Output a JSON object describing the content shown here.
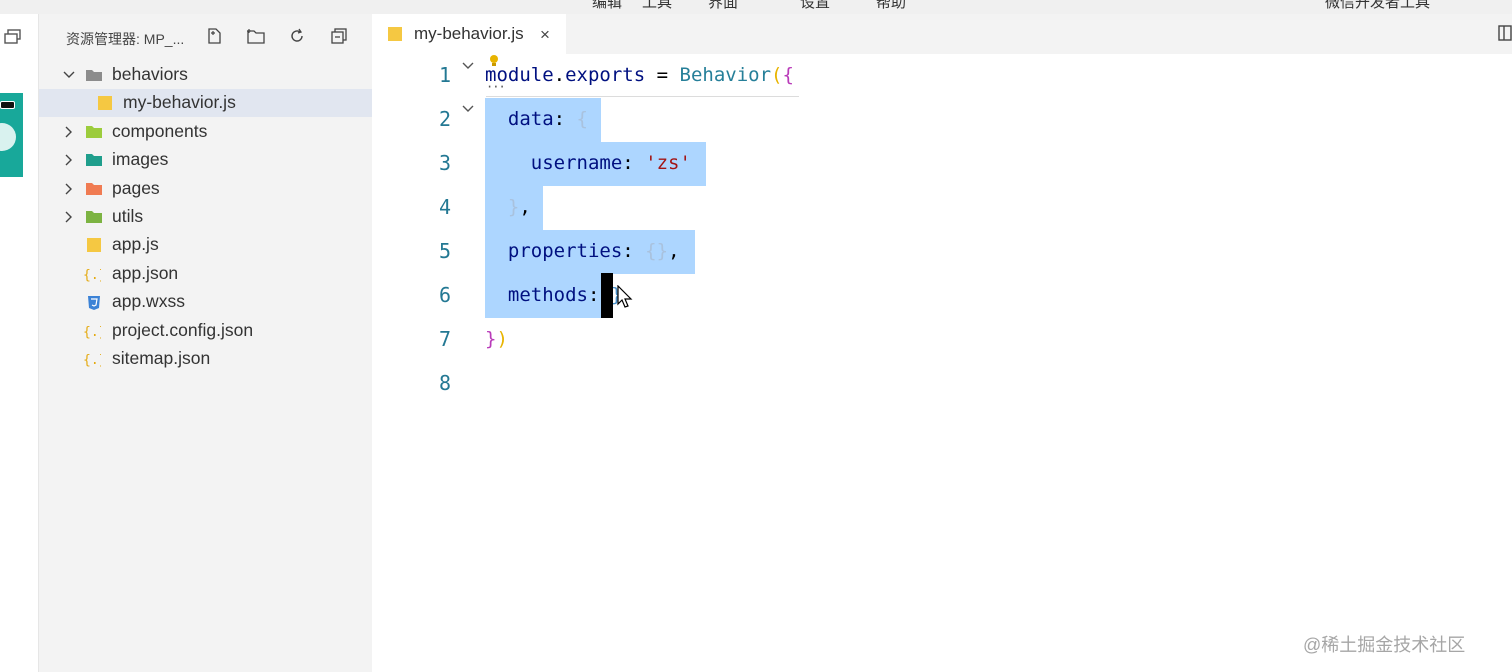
{
  "menu": [
    "编辑",
    "工具",
    "界面",
    "设置",
    "帮助",
    "微信开发者工具"
  ],
  "explorer": {
    "title": "资源管理器: MP_...",
    "header_icons": [
      "new-file-icon",
      "new-folder-icon",
      "refresh-icon",
      "collapse-all-icon"
    ],
    "tree": [
      {
        "label": "behaviors",
        "type": "folder",
        "expanded": true
      },
      {
        "label": "my-behavior.js",
        "type": "js",
        "selected": true
      },
      {
        "label": "components",
        "type": "folder"
      },
      {
        "label": "images",
        "type": "folder"
      },
      {
        "label": "pages",
        "type": "folder"
      },
      {
        "label": "utils",
        "type": "folder"
      },
      {
        "label": "app.js",
        "type": "js"
      },
      {
        "label": "app.json",
        "type": "json"
      },
      {
        "label": "app.wxss",
        "type": "wxss"
      },
      {
        "label": "project.config.json",
        "type": "json"
      },
      {
        "label": "sitemap.json",
        "type": "json"
      }
    ]
  },
  "editor": {
    "tab": {
      "label": "my-behavior.js",
      "close": "×"
    },
    "line_numbers": [
      "1",
      "2",
      "3",
      "4",
      "5",
      "6",
      "7",
      "8"
    ],
    "code": {
      "l1_a": "module",
      "l1_b": ".",
      "l1_c": "exports",
      "l1_d": " = ",
      "l1_e": "Behavior",
      "l1_f": "(",
      "l1_g": "{",
      "l2_a": "data",
      "l2_b": ": ",
      "l2_c": "{",
      "l3_a": "username",
      "l3_b": ": ",
      "l3_c": "'zs'",
      "l4_a": "}",
      "l4_b": ",",
      "l5_a": "properties",
      "l5_b": ": ",
      "l5_c": "{}",
      "l5_d": ",",
      "l6_a": "methods",
      "l6_b": ":",
      "l6_c": "{}",
      "l7_a": "}",
      "l7_b": ")"
    }
  },
  "watermark": "@稀土掘金技术社区",
  "colors": {
    "selection": "#add6ff",
    "line_number": "#237893",
    "identifier": "#001080",
    "string": "#a31515"
  }
}
